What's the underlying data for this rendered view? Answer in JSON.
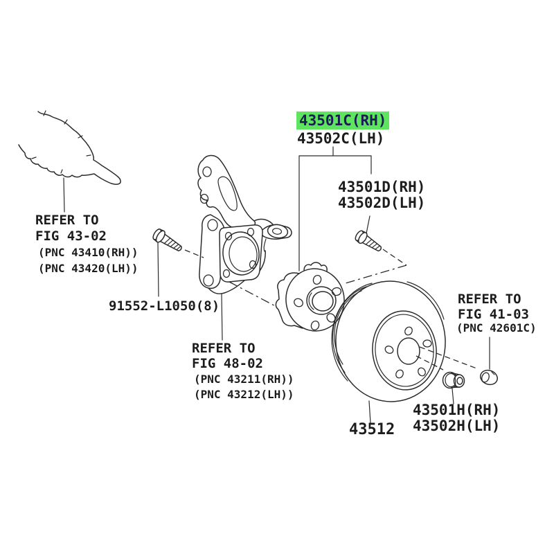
{
  "colors": {
    "background": "#ffffff",
    "line_art": "#2b2b2b",
    "highlight": "#5fe45f",
    "highlight_text": "#1b1b55",
    "label_text": "#1c1c1c"
  },
  "labels": {
    "hub_rh": "43501C(RH)",
    "hub_lh": "43502C(LH)",
    "hub_bolt_rh": "43501D(RH)",
    "hub_bolt_lh": "43502D(LH)",
    "lock_nut_rh": "43501H(RH)",
    "lock_nut_lh": "43502H(LH)",
    "knuckle_bolt": "91552-L1050(8)",
    "brake_disc": "43512"
  },
  "notes": {
    "hand_note": [
      "REFER TO",
      "FIG 43-02",
      "(PNC 43410(RH))",
      "(PNC 43420(LH))"
    ],
    "knuckle_note": [
      "REFER TO",
      "FIG 48-02",
      "(PNC 43211(RH))",
      "(PNC 43212(LH))"
    ],
    "disc_note": [
      "REFER TO",
      "FIG 41-03",
      "(PNC 42601C)"
    ]
  },
  "parts": {
    "hand": "pointing-hand",
    "knuckle": "steering-knuckle",
    "hub": "front-axle-hub",
    "disc": "brake-disc",
    "bolt_left": "hub-mount-bolt",
    "bolt_right": "hub-bolt",
    "nut": "axle-lock-nut",
    "pin": "knock-pin"
  }
}
